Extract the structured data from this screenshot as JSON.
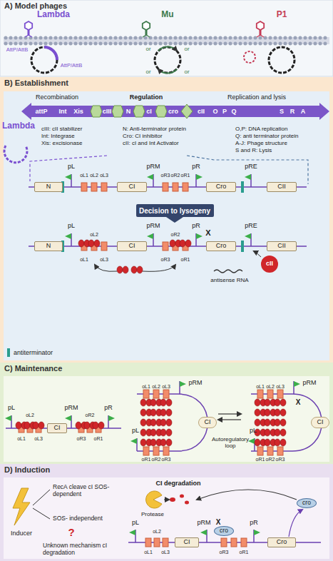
{
  "diagram": {
    "nodes": [
      {
        "text": [
          "A) Model phages"
        ]
      },
      {
        "text": [
          "B) Establishment"
        ]
      },
      {
        "text": [
          "N"
        ],
        "in": 1
      },
      {
        "text": [
          "CI"
        ],
        "in": 1
      },
      {
        "text": [
          "Cro"
        ],
        "in": 1
      },
      {
        "text": [
          "CII"
        ],
        "in": 1
      },
      {
        "text": [
          "Decision to lysogeny"
        ],
        "in": 1
      },
      {
        "text": [
          "N"
        ],
        "in": 1
      },
      {
        "text": [
          "CI"
        ],
        "in": 1
      },
      {
        "text": [
          "Cro"
        ],
        "in": 1
      },
      {
        "text": [
          "CII"
        ],
        "in": 1
      },
      {
        "text": [
          "cII"
        ],
        "in": 1
      },
      {
        "text": [
          "C) Maintenance"
        ]
      },
      {
        "text": [
          "CI"
        ],
        "in": 12
      },
      {
        "text": [
          "CI"
        ],
        "in": 12
      },
      {
        "text": [
          "CI"
        ],
        "in": 12
      },
      {
        "text": [
          "D) Induction"
        ]
      },
      {
        "text": [
          "CI"
        ],
        "in": 16
      },
      {
        "text": [
          "cro"
        ],
        "in": 16
      },
      {
        "text": [
          "cro"
        ],
        "in": 16
      },
      {
        "text": [
          "Cro"
        ],
        "in": 16
      }
    ],
    "labels": [
      "Lambda",
      "Mu",
      "P1",
      "AttP/AttB",
      "AttP/AttB",
      "or",
      "or",
      "or",
      "or",
      "Lambda",
      "Recombination",
      "Regulation",
      "Replication and lysis",
      "attP",
      "Int",
      "Xis",
      "cIII",
      "N",
      "cI",
      "cro",
      "cII",
      "O",
      "P",
      "Q",
      "S",
      "R",
      "A",
      "cIII: cII stabilizer",
      "Int: Integrase",
      "Xis: excisionase",
      "N: Anti-terminator protein",
      "Cro: CI inhibitor",
      "cII: cI and Int Activator",
      "O,P: DNA replication",
      "Q: anti terminator protein",
      "A-J: Phage structure",
      "S and R: Lysis",
      "pL",
      "oL1",
      "oL2",
      "oL3",
      "pRM",
      "oR3",
      "oR2",
      "oR1",
      "pR",
      "pRE",
      "pL",
      "oL2",
      "oL1",
      "oL3",
      "pRM",
      "oR2",
      "oR3",
      "oR1",
      "pR",
      "X",
      "pRE",
      "antisense RNA",
      "pL",
      "oL2",
      "oL1",
      "oL3",
      "pRM",
      "oR2",
      "oR3",
      "oR1",
      "pR",
      "oL1",
      "oL2",
      "oL3",
      "pRM",
      "pL",
      "oR1",
      "oR2",
      "oR3",
      "Autoregulatory loop",
      "oL1",
      "oL2",
      "oL3",
      "pRM",
      "X",
      "pL",
      "oR1",
      "oR2",
      "oR3",
      "Inducer",
      "RecA cleave cI SOS- dependent",
      "SOS- independent",
      "?",
      "Unknown mechanism cI degradation",
      "CI degradation",
      "Protease",
      "pL",
      "oL2",
      "oL1",
      "oL3",
      "pRM",
      "X",
      "oR3",
      "oR1",
      "pR"
    ],
    "legend": [
      {
        "text": "antiterminator",
        "color": "#2a9d8f"
      }
    ]
  }
}
